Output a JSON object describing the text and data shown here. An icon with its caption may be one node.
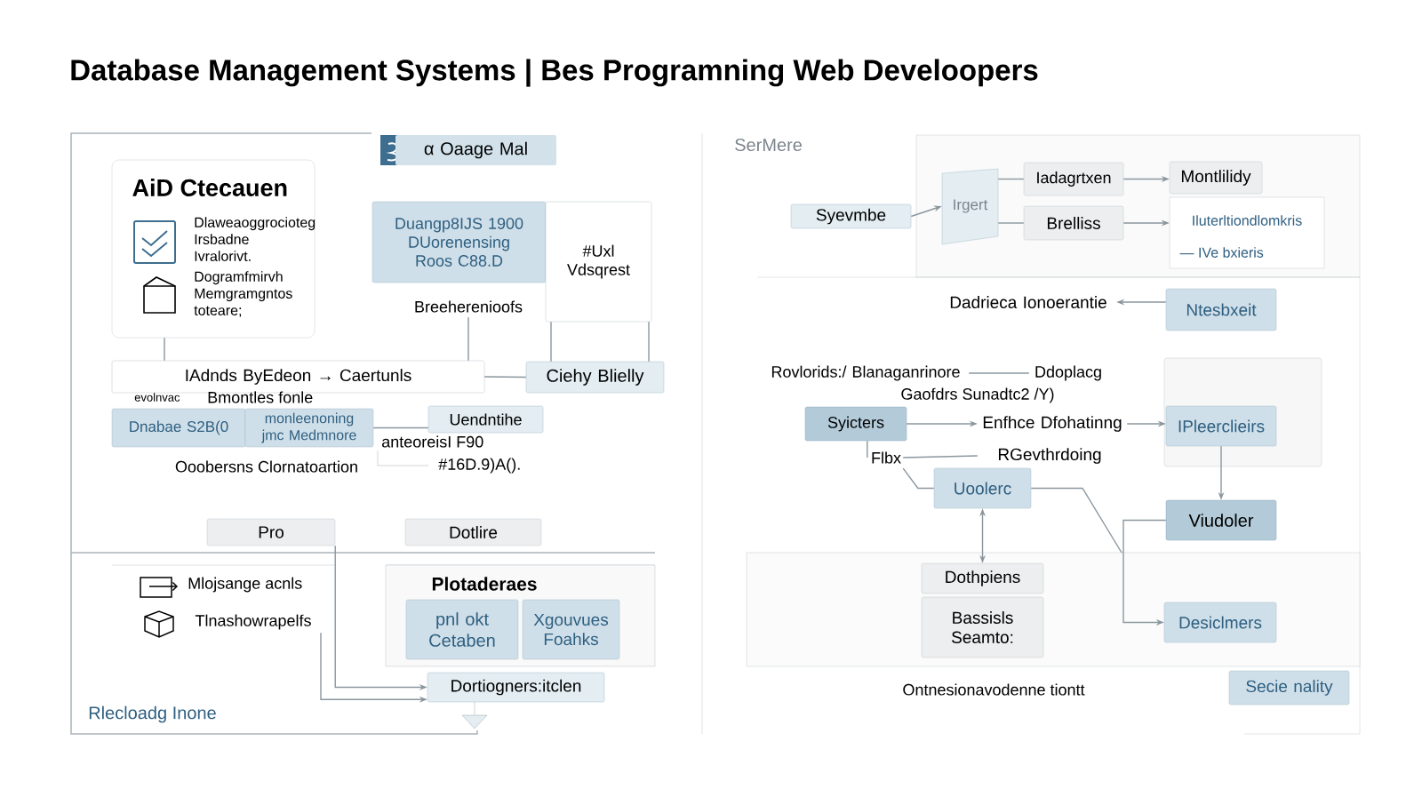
{
  "diagram": {
    "title": "Database Management Systems | Bes Programning Web Develoopers",
    "nodes": [
      {
        "text": [
          "α Oaage Mal"
        ]
      },
      {
        "text": [
          "AiD Ctecauen",
          "Dlaweaoggrocioteg Irsbadne Ivralorivt.",
          "Dogramfmirvh Memgramgntos toteare;"
        ]
      },
      {
        "text": [
          "Duangp8IJS 1900 DUorenensing Roos C88.D"
        ]
      },
      {
        "text": [
          "#Uxl",
          "Vdsqrest"
        ]
      },
      {
        "text": [
          "Breeherenioofs"
        ]
      },
      {
        "text": [
          "IAdnds ByEdeon → Caertunls"
        ]
      },
      {
        "text": [
          "Ciehy Blielly"
        ]
      },
      {
        "text": [
          "Dnabae S2B(0"
        ]
      },
      {
        "text": [
          "monleenoning jmc Medmnore"
        ]
      },
      {
        "text": [
          "Uendntihe"
        ]
      },
      {
        "text": [
          "Pro"
        ]
      },
      {
        "text": [
          "Dotlire"
        ]
      },
      {
        "text": [
          "Tlnashowrapelfs"
        ]
      },
      {
        "text": [
          "Plotaderaes"
        ]
      },
      {
        "text": [
          "pnl okt",
          "Cetaben"
        ],
        "in": 13
      },
      {
        "text": [
          "Xgouvues",
          "Foahks"
        ],
        "in": 13
      },
      {
        "text": [
          "Dortiogners:itclen"
        ]
      },
      {
        "text": [
          "Syevmbe"
        ]
      },
      {
        "text": [
          "Irgert"
        ]
      },
      {
        "text": [
          "Iadagrtxen"
        ]
      },
      {
        "text": [
          "Brelliss"
        ]
      },
      {
        "text": [
          "Montlilidy"
        ]
      },
      {
        "text": [
          "Iluterltiondlomkris",
          "— IVe bxieris"
        ]
      },
      {
        "text": [
          "Dadrieca Ionoerantie"
        ]
      },
      {
        "text": [
          "Ntesbxeit"
        ]
      },
      {
        "text": [
          "Rovlorids:/ Blanaganrinore"
        ]
      },
      {
        "text": [
          "Ddoplacg"
        ]
      },
      {
        "text": [
          "Syicters"
        ]
      },
      {
        "text": [
          "Enfhce Dfohatinng"
        ]
      },
      {
        "text": [
          "IPleerclieirs"
        ]
      },
      {
        "text": [
          "Flbx"
        ]
      },
      {
        "text": [
          "RGevthrdoing"
        ]
      },
      {
        "text": [
          "Uoolerc"
        ]
      },
      {
        "text": [
          "Viudoler"
        ]
      },
      {
        "text": [
          "Desiclmers"
        ]
      },
      {
        "text": [
          "Dothpiens"
        ]
      },
      {
        "text": [
          "Bassisls",
          "Seamto:"
        ]
      },
      {
        "text": [
          "Secie nality"
        ]
      }
    ],
    "edges": [
      {
        "from": 1,
        "to": 5,
        "arrow": "none"
      },
      {
        "from": 4,
        "to": 5,
        "arrow": "none"
      },
      {
        "from": 3,
        "to": 6,
        "arrow": "none"
      },
      {
        "from": 3,
        "to": 6,
        "arrow": "none"
      },
      {
        "from": 5,
        "to": 6,
        "arrow": "none"
      },
      {
        "from": 8,
        "to": 9,
        "arrow": "none"
      },
      {
        "from": 10,
        "to": 16,
        "arrow": "to"
      },
      {
        "from": 12,
        "to": 16,
        "arrow": "to"
      },
      {
        "from": 17,
        "to": 18,
        "arrow": "to"
      },
      {
        "from": 18,
        "to": 19,
        "arrow": "none"
      },
      {
        "from": 18,
        "to": 20,
        "arrow": "none"
      },
      {
        "from": 19,
        "to": 21,
        "arrow": "to"
      },
      {
        "from": 20,
        "to": 22,
        "arrow": "to"
      },
      {
        "from": 24,
        "to": 23,
        "arrow": "to"
      },
      {
        "from": 25,
        "to": 26,
        "arrow": "none"
      },
      {
        "from": 27,
        "to": 28,
        "arrow": "to"
      },
      {
        "from": 28,
        "to": 29,
        "arrow": "to"
      },
      {
        "from": 27,
        "to": 30,
        "arrow": "none"
      },
      {
        "from": 30,
        "to": 31,
        "arrow": "none"
      },
      {
        "from": 30,
        "to": 32,
        "arrow": "none"
      },
      {
        "from": 32,
        "to": null,
        "arrow": "none"
      },
      {
        "from": 32,
        "to": 35,
        "arrow": "both"
      },
      {
        "from": 29,
        "to": 33,
        "arrow": "to"
      },
      {
        "from": 33,
        "to": 34,
        "arrow": "to"
      }
    ],
    "labels": [
      "evolnvac",
      "Bmontles fonle",
      "anteoreisI F90",
      "#16D.9)A().",
      "Ooobersns Clornatoartion",
      "Mlojsange acnls",
      "Rlecloadg Inone",
      "SerMere",
      "Gaofdrs Sunadtc2 /Y)",
      "Ontnesionavodenne tiontt"
    ]
  }
}
